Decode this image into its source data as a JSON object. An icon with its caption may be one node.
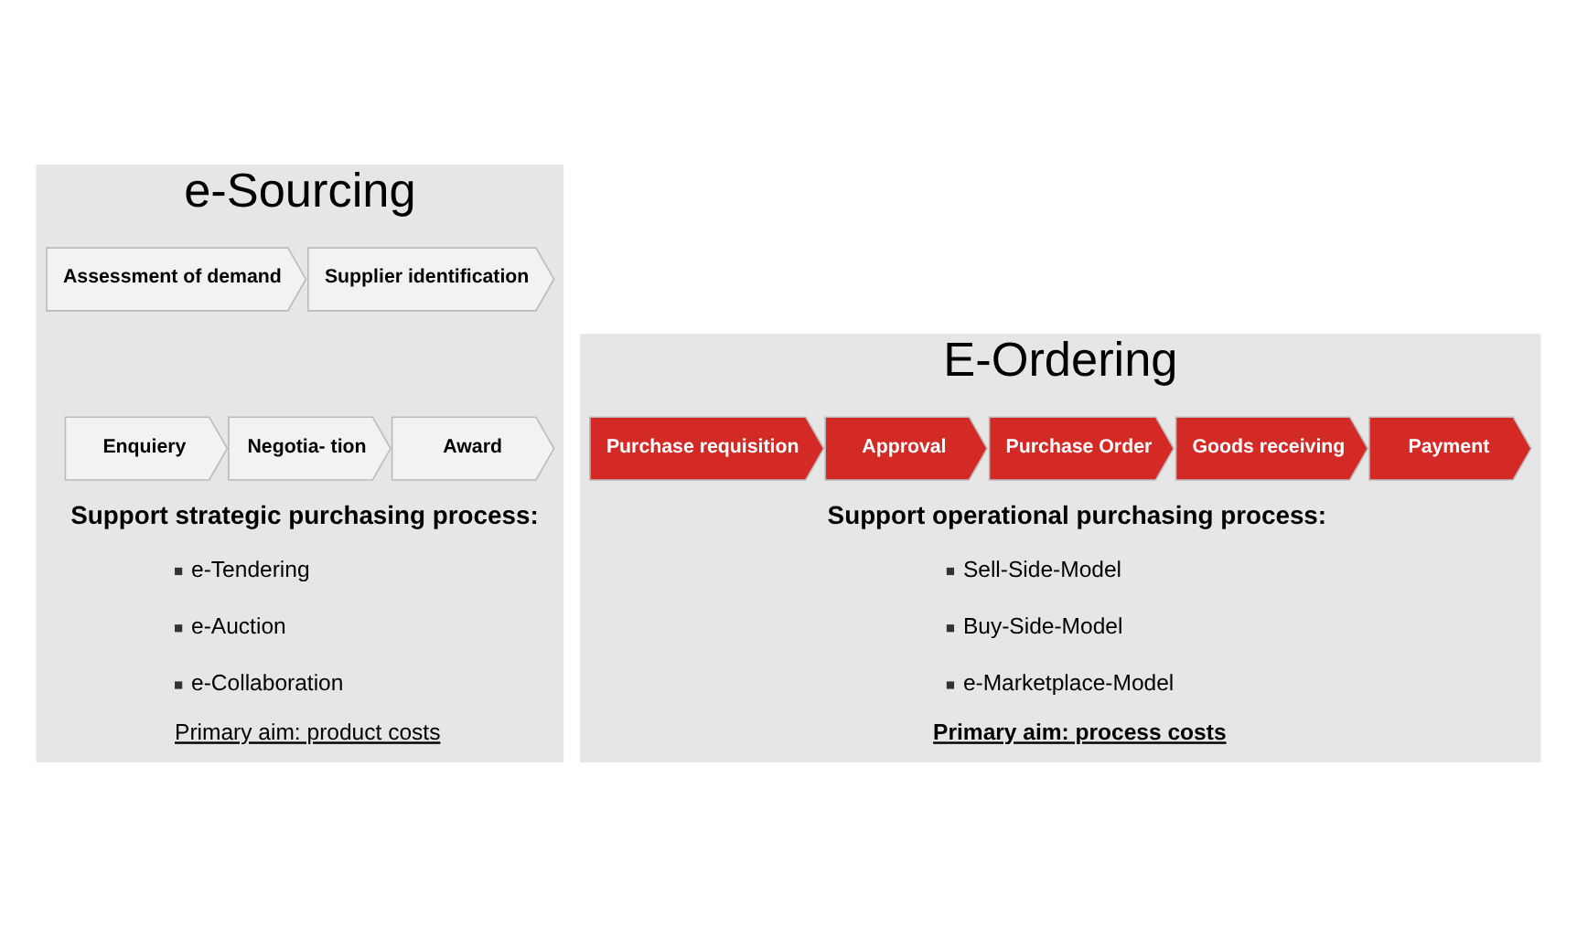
{
  "diagram": {
    "nodes": [
      {
        "text": [
          "e-Sourcing"
        ]
      },
      {
        "text": [
          "Assessment of demand"
        ],
        "in": 0
      },
      {
        "text": [
          "Supplier identification"
        ],
        "in": 0
      },
      {
        "text": [
          "Enquiery"
        ],
        "in": 0
      },
      {
        "text": [
          "Negotia- tion"
        ],
        "in": 0
      },
      {
        "text": [
          "Award"
        ],
        "in": 0
      },
      {
        "text": [
          "E-Ordering"
        ]
      },
      {
        "text": [
          "Purchase requisition"
        ],
        "in": 6
      },
      {
        "text": [
          "Approval"
        ],
        "in": 6
      },
      {
        "text": [
          "Purchase Order"
        ],
        "in": 6
      },
      {
        "text": [
          "Goods receiving"
        ],
        "in": 6
      },
      {
        "text": [
          "Payment"
        ],
        "in": 6
      }
    ],
    "labels": [
      "Support strategic purchasing process:",
      "e-Tendering",
      "e-Auction",
      "e-Collaboration",
      "Primary aim: product costs",
      "Support operational purchasing process:",
      "Sell-Side-Model",
      "Buy-Side-Model",
      "e-Marketplace-Model",
      "Primary aim: process costs"
    ]
  }
}
